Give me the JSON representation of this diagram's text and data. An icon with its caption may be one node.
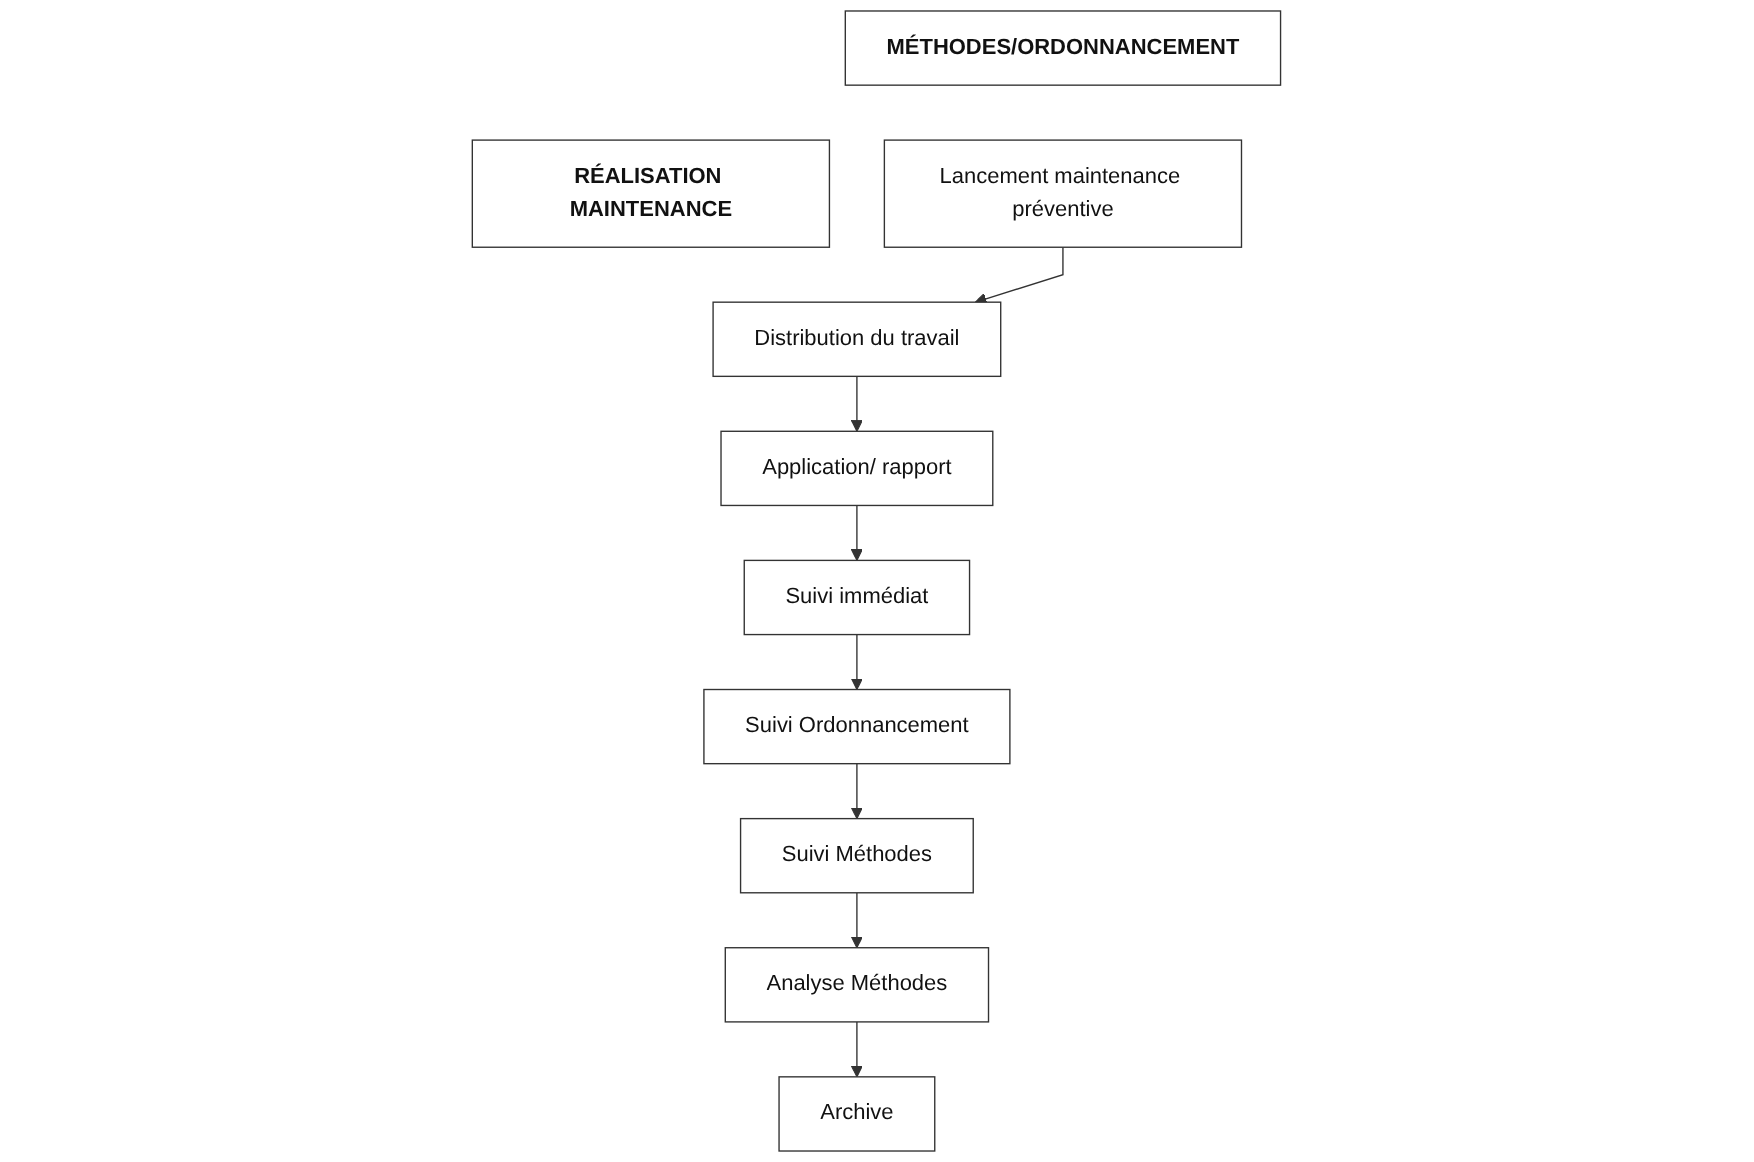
{
  "diagram": {
    "nodes": [
      {
        "text": [
          "MÉTHODES/ORDONNANCEMENT"
        ]
      },
      {
        "text": [
          "RÉALISATION MAINTENANCE"
        ]
      },
      {
        "text": [
          "Lancement maintenance préventive"
        ]
      },
      {
        "text": [
          "Distribution du travail"
        ]
      },
      {
        "text": [
          "Application/ rapport"
        ]
      },
      {
        "text": [
          "Suivi immédiat"
        ]
      },
      {
        "text": [
          "Suivi Ordonnancement"
        ]
      },
      {
        "text": [
          "Suivi Méthodes"
        ]
      },
      {
        "text": [
          "Analyse Méthodes"
        ]
      },
      {
        "text": [
          "Archive"
        ]
      }
    ],
    "edges": [
      {
        "from": 2,
        "to": 3,
        "arrow": "to"
      },
      {
        "from": 3,
        "to": 4,
        "arrow": "to"
      },
      {
        "from": 4,
        "to": 5,
        "arrow": "to"
      },
      {
        "from": 5,
        "to": 6,
        "arrow": "to"
      },
      {
        "from": 6,
        "to": 7,
        "arrow": "to"
      },
      {
        "from": 7,
        "to": 8,
        "arrow": "to"
      },
      {
        "from": 8,
        "to": 9,
        "arrow": "to"
      }
    ]
  }
}
